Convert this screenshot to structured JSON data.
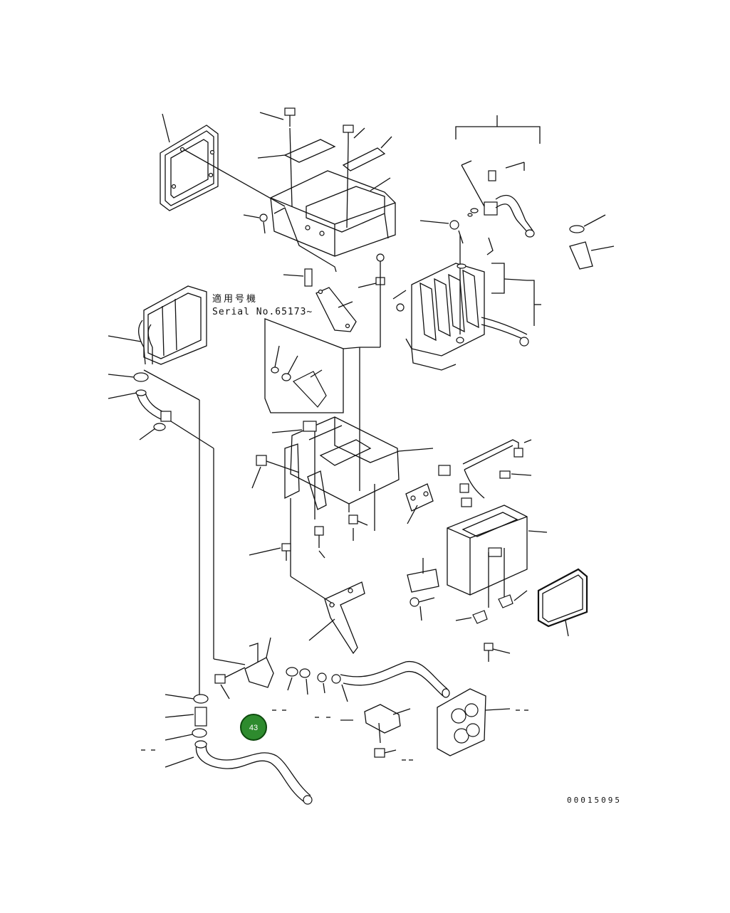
{
  "diagram": {
    "applicability_label_jp": "適用号機",
    "applicability_label_en": "Serial No.65173~",
    "drawing_number": "00015095",
    "hotspot": {
      "label": "43",
      "color": "#2e8b2e",
      "border_color": "#0e4a0e"
    }
  }
}
